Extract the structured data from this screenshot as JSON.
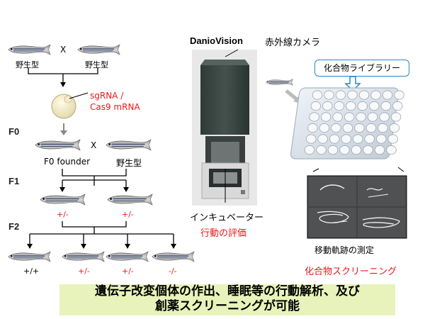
{
  "pedigree": {
    "p_left": "野生型",
    "p_right": "野生型",
    "cross_symbol_1": "X",
    "injection": [
      "sgRNA /",
      "Cas9 mRNA"
    ],
    "gen_f0": "F0",
    "f0_founder": "F0 founder",
    "cross_symbol_2": "X",
    "f0_mate": "野生型",
    "gen_f1": "F1",
    "f1_left": "+/-",
    "f1_right": "+/-",
    "gen_f2": "F2",
    "f2_genotypes": [
      "+/+",
      "+/-",
      "+/-",
      "-/-"
    ]
  },
  "device": {
    "name": "DanioVision",
    "camera_label": "赤外線カメラ",
    "incubator_label": "インキュベーター",
    "behavior_label": "行動の評価"
  },
  "screening": {
    "library_label": "化合物ライブラリー",
    "tracking_label": "移動軌跡の測定",
    "screening_label": "化合物スクリーニング"
  },
  "banner": {
    "line1": "遺伝子改変個体の作出、睡眠等の行動解析、及び",
    "line2": "創薬スクリーニングが可能"
  },
  "colors": {
    "red": "#e8181a",
    "banner_bg": "#e7f3ba",
    "library_border": "#2b86c7"
  }
}
